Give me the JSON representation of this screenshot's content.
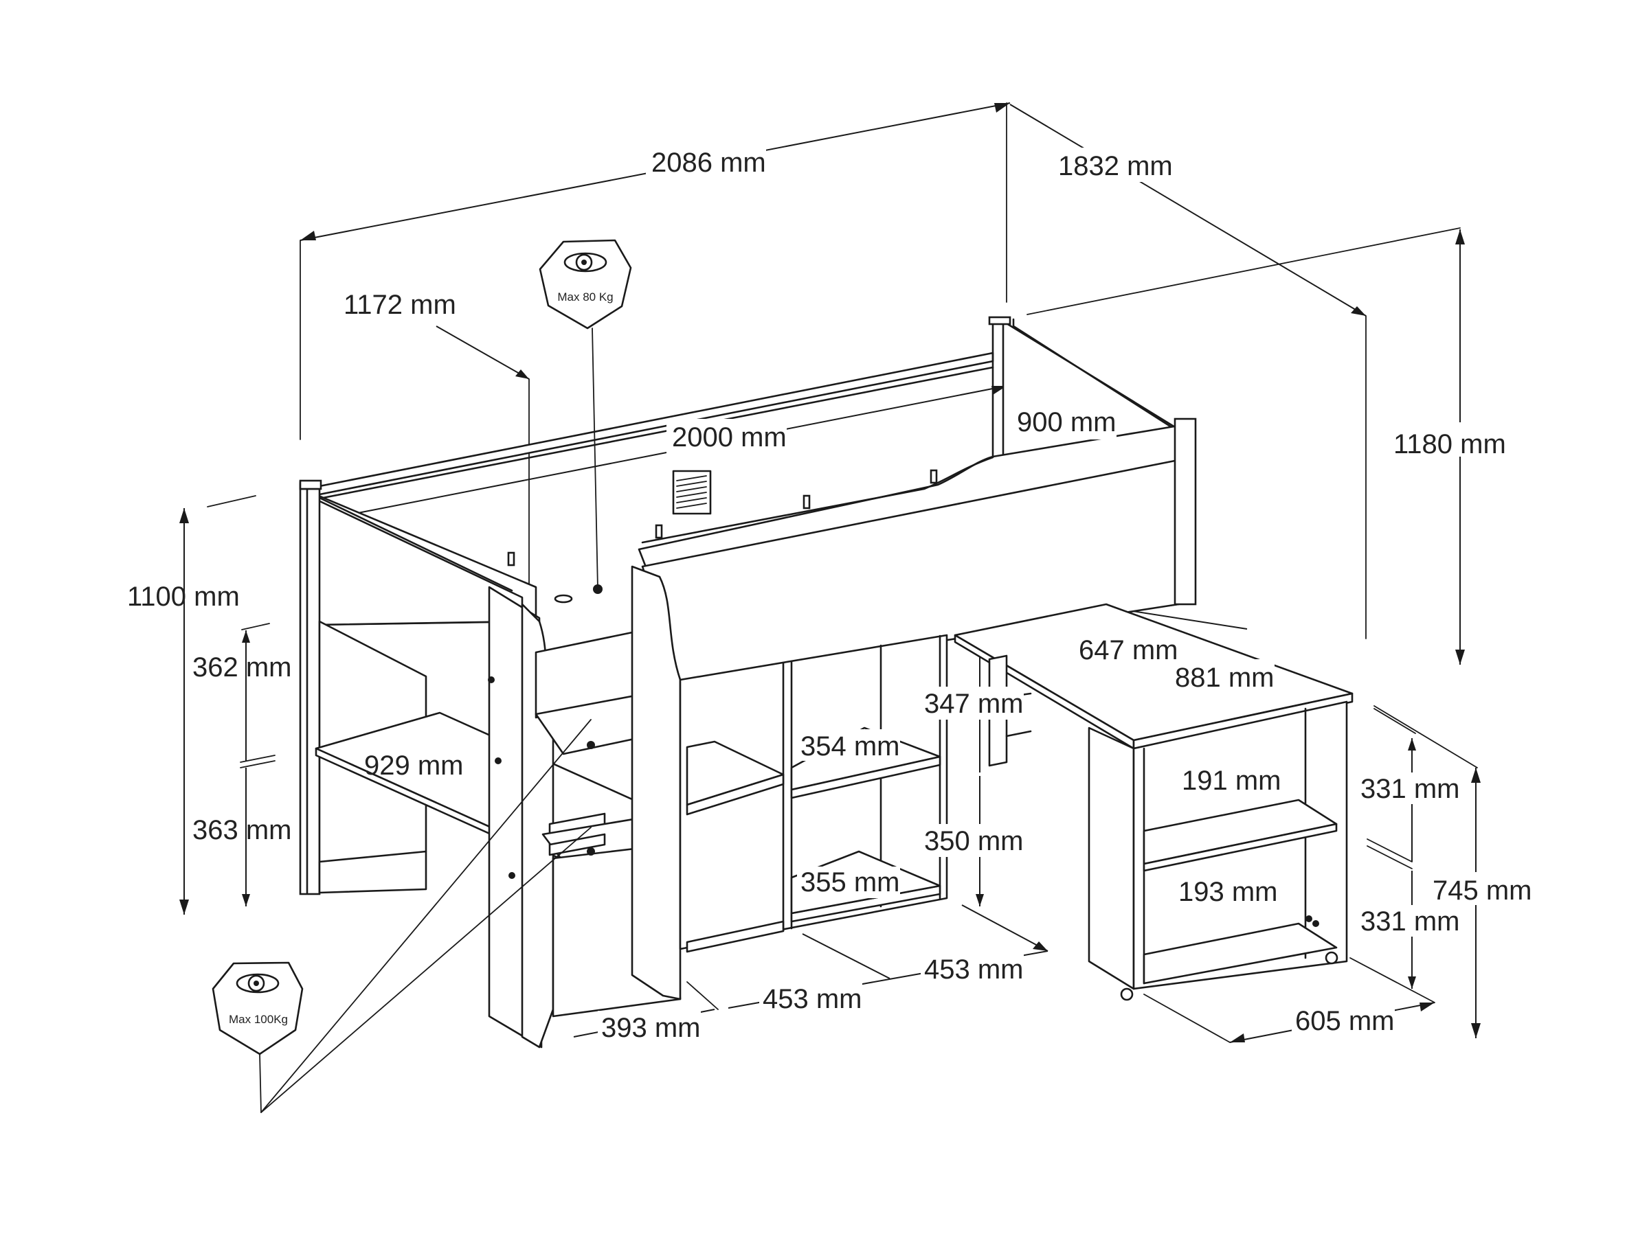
{
  "colors": {
    "line": "#1a1a1a",
    "text": "#222222",
    "background": "#ffffff"
  },
  "badges": {
    "bed": {
      "icon": "weight-icon",
      "label": "Max 80  Kg"
    },
    "steps": {
      "icon": "weight-icon",
      "label": "Max 100Kg"
    }
  },
  "dimensions": {
    "overall_length": "2086 mm",
    "overall_depth": "1832 mm",
    "overall_height": "1180 mm",
    "bed_depth": "1172 mm",
    "mattress_length": "2000 mm",
    "mattress_width": "900 mm",
    "side_height": "1100 mm",
    "lower_gap_top": "362 mm",
    "lower_gap_bottom": "363 mm",
    "shelf_length": "929 mm",
    "desk_depth": "647 mm",
    "desk_width": "881 mm",
    "desk_leg_height": "347 mm",
    "cube_upper": "354 mm",
    "cube_height": "350 mm",
    "cube_lower": "355 mm",
    "cube_width_right": "453 mm",
    "cube_width_left": "453 mm",
    "step_depth": "393 mm",
    "shelf_upper": "191 mm",
    "shelf_lower": "193 mm",
    "compartment_upper": "331 mm",
    "compartment_lower": "331 mm",
    "desk_height": "745 mm",
    "desk_base_depth": "605 mm"
  }
}
